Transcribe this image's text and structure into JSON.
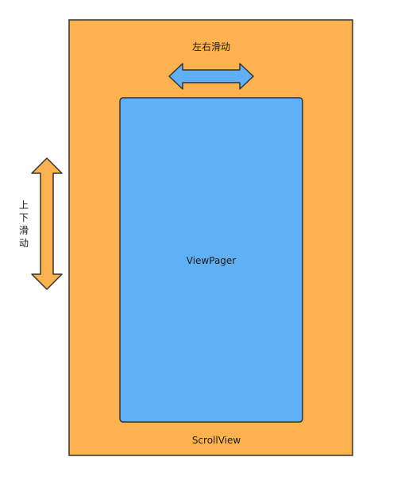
{
  "diagram": {
    "outer_container": {
      "label": "ScrollView",
      "fill": "#FFB24D",
      "stroke": "#333333"
    },
    "inner_container": {
      "label": "ViewPager",
      "fill": "#5FB0F5",
      "stroke": "#333333"
    },
    "horizontal_arrow": {
      "label": "左右滑动",
      "fill": "#5FB0F5",
      "stroke": "#333333"
    },
    "vertical_arrow": {
      "label_chars": [
        "上",
        "下",
        "滑",
        "动"
      ],
      "fill": "#FFB24D",
      "stroke": "#333333"
    }
  }
}
